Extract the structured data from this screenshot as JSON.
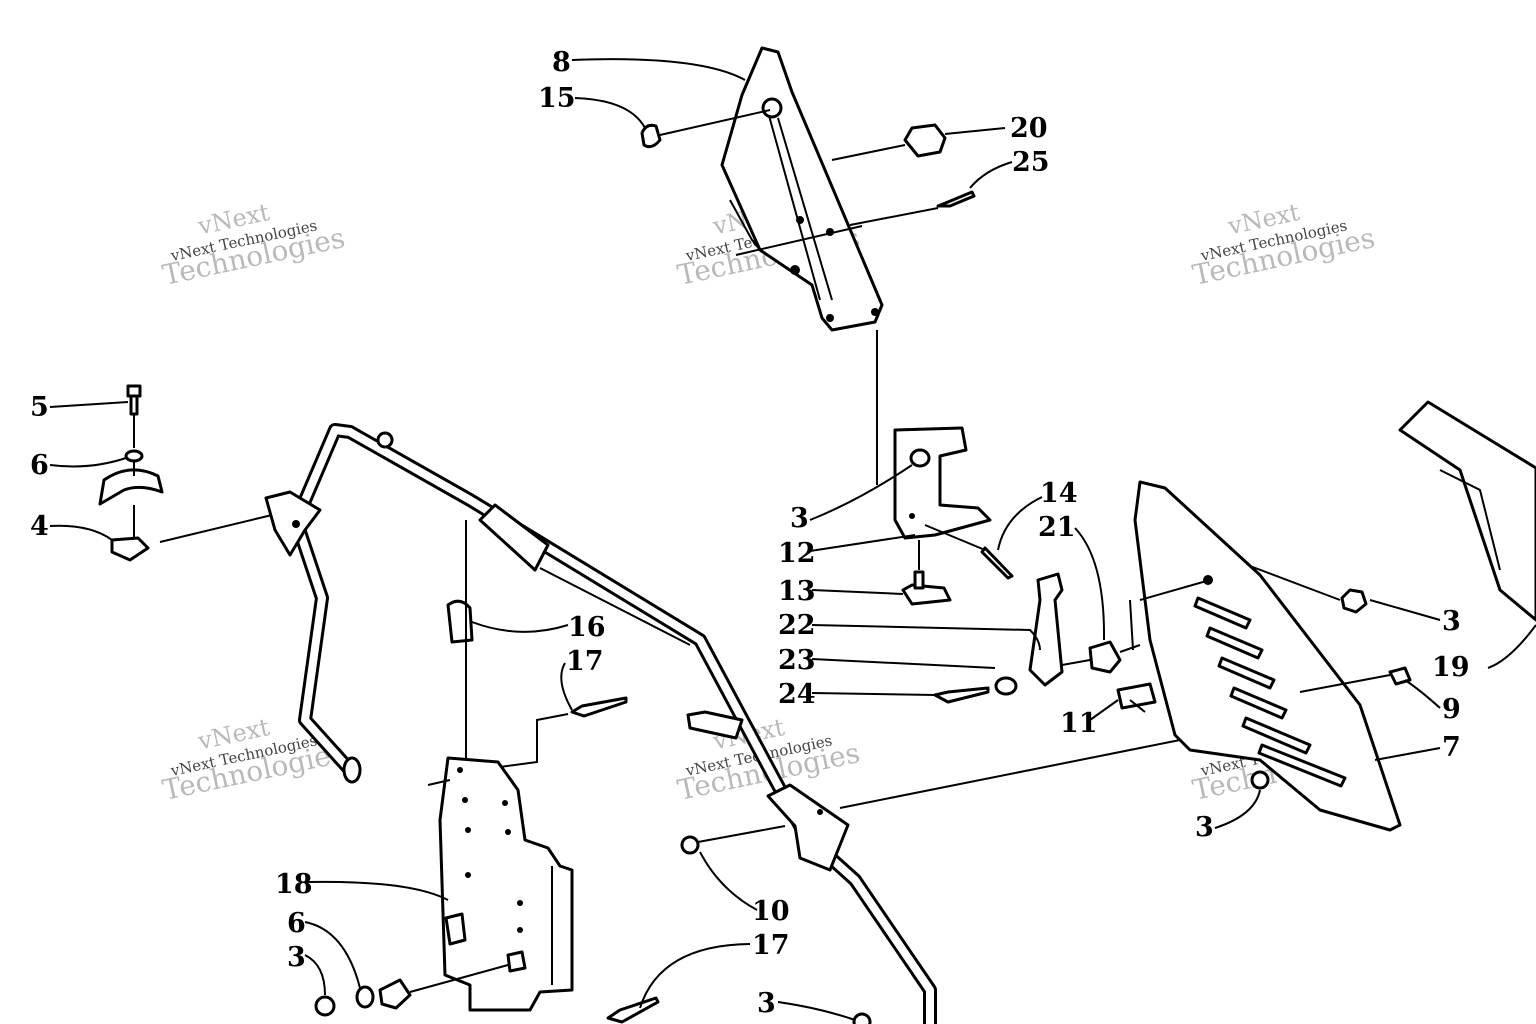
{
  "watermark": {
    "line1": "vNext",
    "line2": "vNext Technologies",
    "line3": "Technologies"
  },
  "callouts": [
    {
      "id": "c8",
      "text": "8"
    },
    {
      "id": "c15",
      "text": "15"
    },
    {
      "id": "c20",
      "text": "20"
    },
    {
      "id": "c25",
      "text": "25"
    },
    {
      "id": "c5",
      "text": "5"
    },
    {
      "id": "c6a",
      "text": "6"
    },
    {
      "id": "c4",
      "text": "4"
    },
    {
      "id": "c3a",
      "text": "3"
    },
    {
      "id": "c12",
      "text": "12"
    },
    {
      "id": "c13",
      "text": "13"
    },
    {
      "id": "c14",
      "text": "14"
    },
    {
      "id": "c21",
      "text": "21"
    },
    {
      "id": "c22",
      "text": "22"
    },
    {
      "id": "c23",
      "text": "23"
    },
    {
      "id": "c24",
      "text": "24"
    },
    {
      "id": "c16",
      "text": "16"
    },
    {
      "id": "c17a",
      "text": "17"
    },
    {
      "id": "c3b",
      "text": "3"
    },
    {
      "id": "c19",
      "text": "19"
    },
    {
      "id": "c9",
      "text": "9"
    },
    {
      "id": "c7",
      "text": "7"
    },
    {
      "id": "c11",
      "text": "11"
    },
    {
      "id": "c3c",
      "text": "3"
    },
    {
      "id": "c10",
      "text": "10"
    },
    {
      "id": "c18",
      "text": "18"
    },
    {
      "id": "c6b",
      "text": "6"
    },
    {
      "id": "c3d",
      "text": "3"
    },
    {
      "id": "c17b",
      "text": "17"
    },
    {
      "id": "c3e",
      "text": "3"
    }
  ]
}
